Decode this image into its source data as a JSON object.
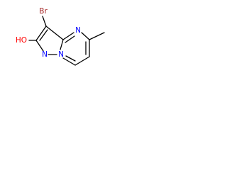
{
  "molecule": {
    "atoms": {
      "br": {
        "symbol": "Br",
        "color": "#a52a2a"
      },
      "n_ring": {
        "symbol": "N",
        "color": "#0000ff"
      },
      "n_bridge": {
        "symbol": "N",
        "color": "#0000ff"
      },
      "n_pyrazole": {
        "symbol": "N",
        "color": "#0000ff"
      },
      "ho": {
        "symbol": "HO",
        "color": "#ff0000"
      }
    },
    "bond_color": "#000000"
  }
}
